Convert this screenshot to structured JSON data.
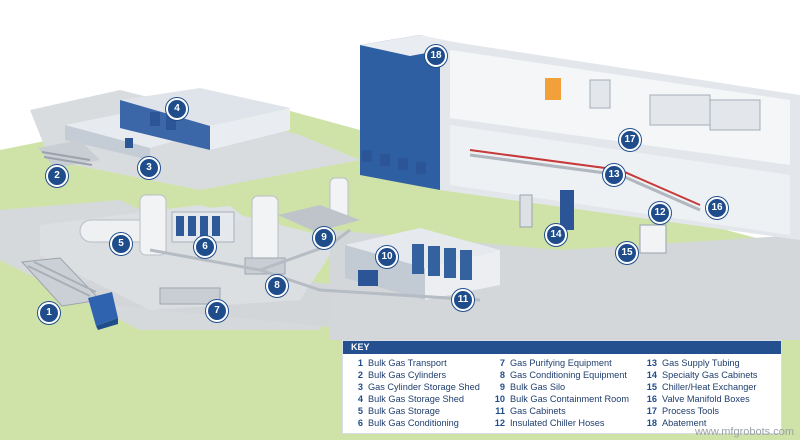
{
  "key": {
    "title": "KEY",
    "items": [
      {
        "num": "1",
        "label": "Bulk Gas Transport"
      },
      {
        "num": "2",
        "label": "Bulk Gas Cylinders"
      },
      {
        "num": "3",
        "label": "Gas Cylinder Storage Shed"
      },
      {
        "num": "4",
        "label": "Bulk Gas Storage Shed"
      },
      {
        "num": "5",
        "label": "Bulk Gas Storage"
      },
      {
        "num": "6",
        "label": "Bulk Gas Conditioning"
      },
      {
        "num": "7",
        "label": "Gas Purifying Equipment"
      },
      {
        "num": "8",
        "label": "Gas Conditioning Equipment"
      },
      {
        "num": "9",
        "label": "Bulk Gas Silo"
      },
      {
        "num": "10",
        "label": "Bulk Gas Containment Room"
      },
      {
        "num": "11",
        "label": "Gas Cabinets"
      },
      {
        "num": "12",
        "label": "Insulated Chiller Hoses"
      },
      {
        "num": "13",
        "label": "Gas Supply Tubing"
      },
      {
        "num": "14",
        "label": "Specialty Gas Cabinets"
      },
      {
        "num": "15",
        "label": "Chiller/Heat Exchanger"
      },
      {
        "num": "16",
        "label": "Valve Manifold Boxes"
      },
      {
        "num": "17",
        "label": "Process Tools"
      },
      {
        "num": "18",
        "label": "Abatement"
      }
    ]
  },
  "credit": "www.mfgrobots.com",
  "colors": {
    "brand_blue": "#1f4d8c",
    "ground": "#cfe3a9",
    "road": "#d3d6d8"
  }
}
